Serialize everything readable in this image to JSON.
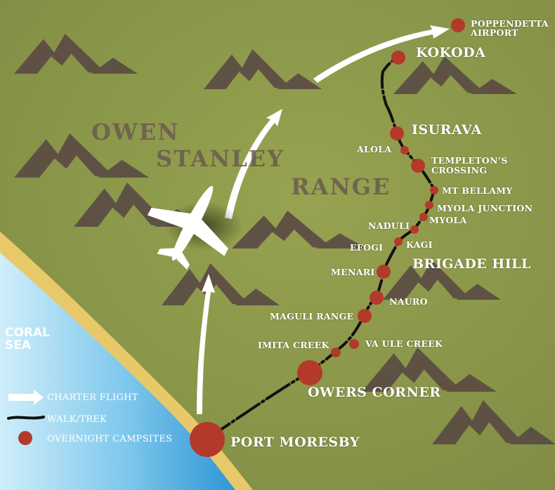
{
  "map": {
    "colors": {
      "land": "#8e9a4c",
      "sea_light": "#bfe6f5",
      "sea_dark": "#2f97d6",
      "beach": "#e8c96a",
      "mountain": "#5a4a45",
      "campsite": "#b33a2b",
      "trail": "#111111",
      "flight": "#ffffff"
    },
    "region_labels": {
      "owen": "OWEN",
      "stanley": "STANLEY",
      "range": "RANGE"
    },
    "sea_label": [
      "CORAL",
      "SEA"
    ],
    "places": {
      "poppendetta": [
        "POPPENDETTA",
        "AIRPORT"
      ],
      "kokoda": "KOKODA",
      "isurava": "ISURAVA",
      "alola": "ALOLA",
      "templetons": [
        "TEMPLETON’S",
        "CROSSING"
      ],
      "mt_bellamy": "MT BELLAMY",
      "myola_junction": "MYOLA JUNCTION",
      "myola": "MYOLA",
      "naduli": "NADULI",
      "kagi": "KAGI",
      "efogi": "EFOGI",
      "menari": "MENARI",
      "brigade_hill": "BRIGADE HILL",
      "nauro": "NAURO",
      "maguli_range": "MAGULI RANGE",
      "imita_creek": "IMITA CREEK",
      "va_ule_creek": "VA ULE CREEK",
      "owers_corner": "OWERS CORNER",
      "port_moresby": "PORT MORESBY"
    },
    "legend": {
      "charter_flight": "CHARTER FLIGHT",
      "walk_trek": "WALK/TREK",
      "overnight_campsites": "OVERNIGHT CAMPSITES"
    },
    "icons": [
      "airplane-icon",
      "flight-arrow-icon",
      "campsite-marker-icon",
      "mountain-icon"
    ]
  }
}
